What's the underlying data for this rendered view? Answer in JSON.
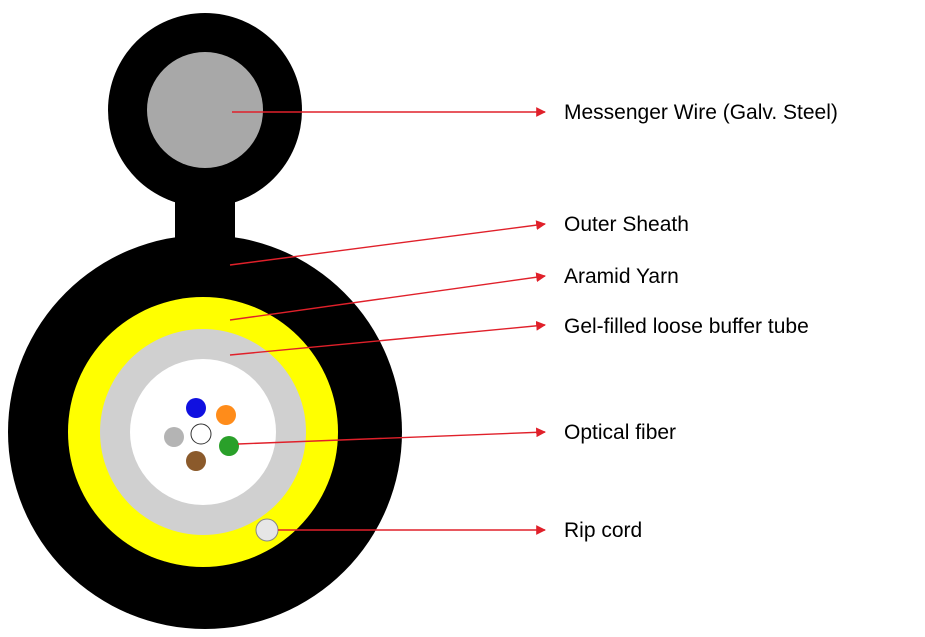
{
  "labels": {
    "messenger_wire": "Messenger Wire (Galv. Steel)",
    "outer_sheath": "Outer Sheath",
    "aramid_yarn": "Aramid Yarn",
    "buffer_tube": "Gel-filled loose buffer tube",
    "optical_fiber": "Optical fiber",
    "rip_cord": "Rip cord"
  },
  "colors": {
    "sheath": "#000000",
    "messenger_wire": "#a8a8a8",
    "aramid_yarn": "#ffff00",
    "buffer_tube": "#d0d0d0",
    "gel": "#ffffff",
    "leader_line": "#e0202a",
    "fiber_blue": "#1010e0",
    "fiber_orange": "#ff8c1a",
    "fiber_gray": "#b4b4b4",
    "fiber_white": "#ffffff",
    "fiber_green": "#2aa02a",
    "fiber_brown": "#8b5a2b",
    "rip_cord": "#e6e6e6"
  }
}
